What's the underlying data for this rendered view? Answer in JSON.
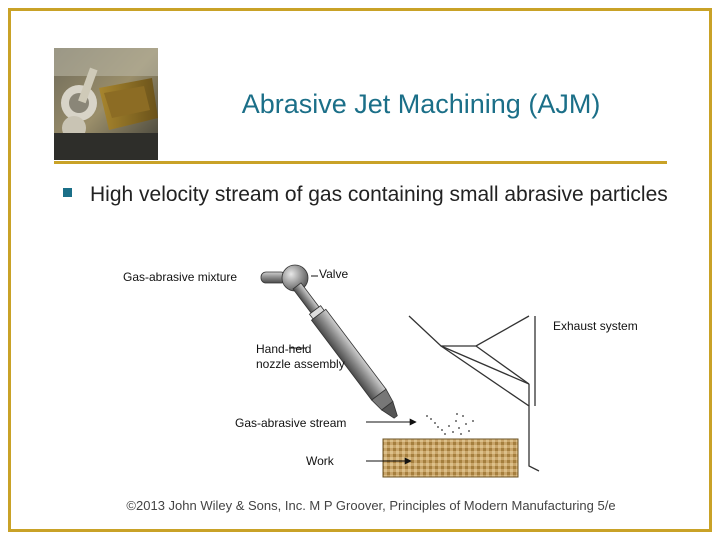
{
  "slide": {
    "title": "Abrasive Jet Machining (AJM)",
    "corner_image": "abrasive-jet-machine-photo",
    "bullet": "High velocity stream of gas containing small abrasive particles",
    "footer": "©2013 John Wiley & Sons, Inc.  M P Groover, Principles of Modern Manufacturing 5/e"
  },
  "figure": {
    "labels": {
      "gas_abrasive_mixture": "Gas-abrasive mixture",
      "valve": "Valve",
      "exhaust_system": "Exhaust system",
      "hand_held_line1": "Hand-held",
      "hand_held_line2": "nozzle assembly",
      "gas_abrasive_stream": "Gas-abrasive stream",
      "work": "Work"
    }
  },
  "colors": {
    "accent_gold": "#c9a227",
    "title_teal": "#1b6f88"
  }
}
